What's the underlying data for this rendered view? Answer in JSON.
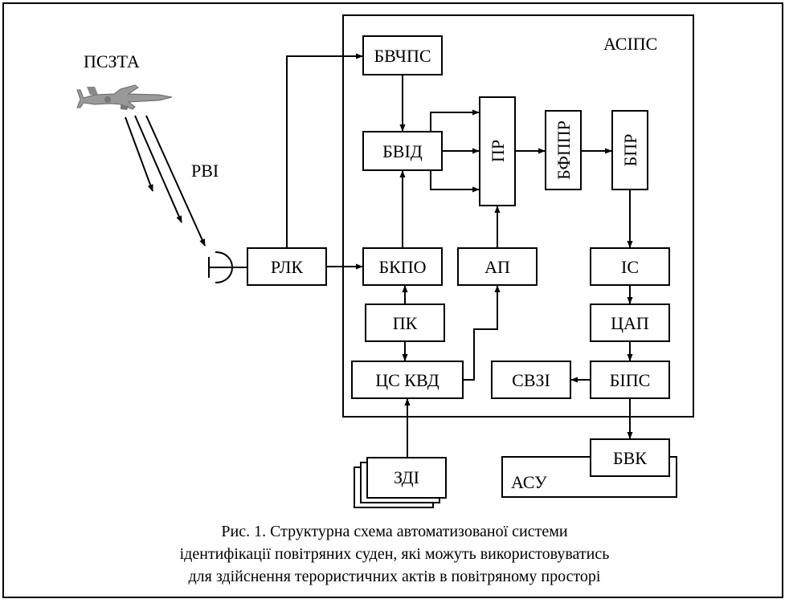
{
  "blocks": {
    "acips": "АСІПС",
    "bvchps": "БВЧПС",
    "bvid": "БВІД",
    "pr": "ПР",
    "bfppr": "БФППР",
    "bpr": "БПР",
    "rlk": "РЛК",
    "bkpo": "БКПО",
    "ap": "АП",
    "is": "ІС",
    "pk": "ПК",
    "tsap": "ЦАП",
    "ts_kvd": "ЦС КВД",
    "svzi": "СВЗІ",
    "bips": "БІПС",
    "zdi": "ЗДІ",
    "asu": "АСУ",
    "bvk": "БВК",
    "psz_ta": "ПСЗТА",
    "rvi": "РВІ"
  },
  "caption": {
    "line1": "Рис. 1. Структурна схема автоматизованої системи",
    "line2": "ідентифікації повітряних суден, які можуть використовуватись",
    "line3": "для здійснення терористичних актів в повітряному просторі"
  }
}
